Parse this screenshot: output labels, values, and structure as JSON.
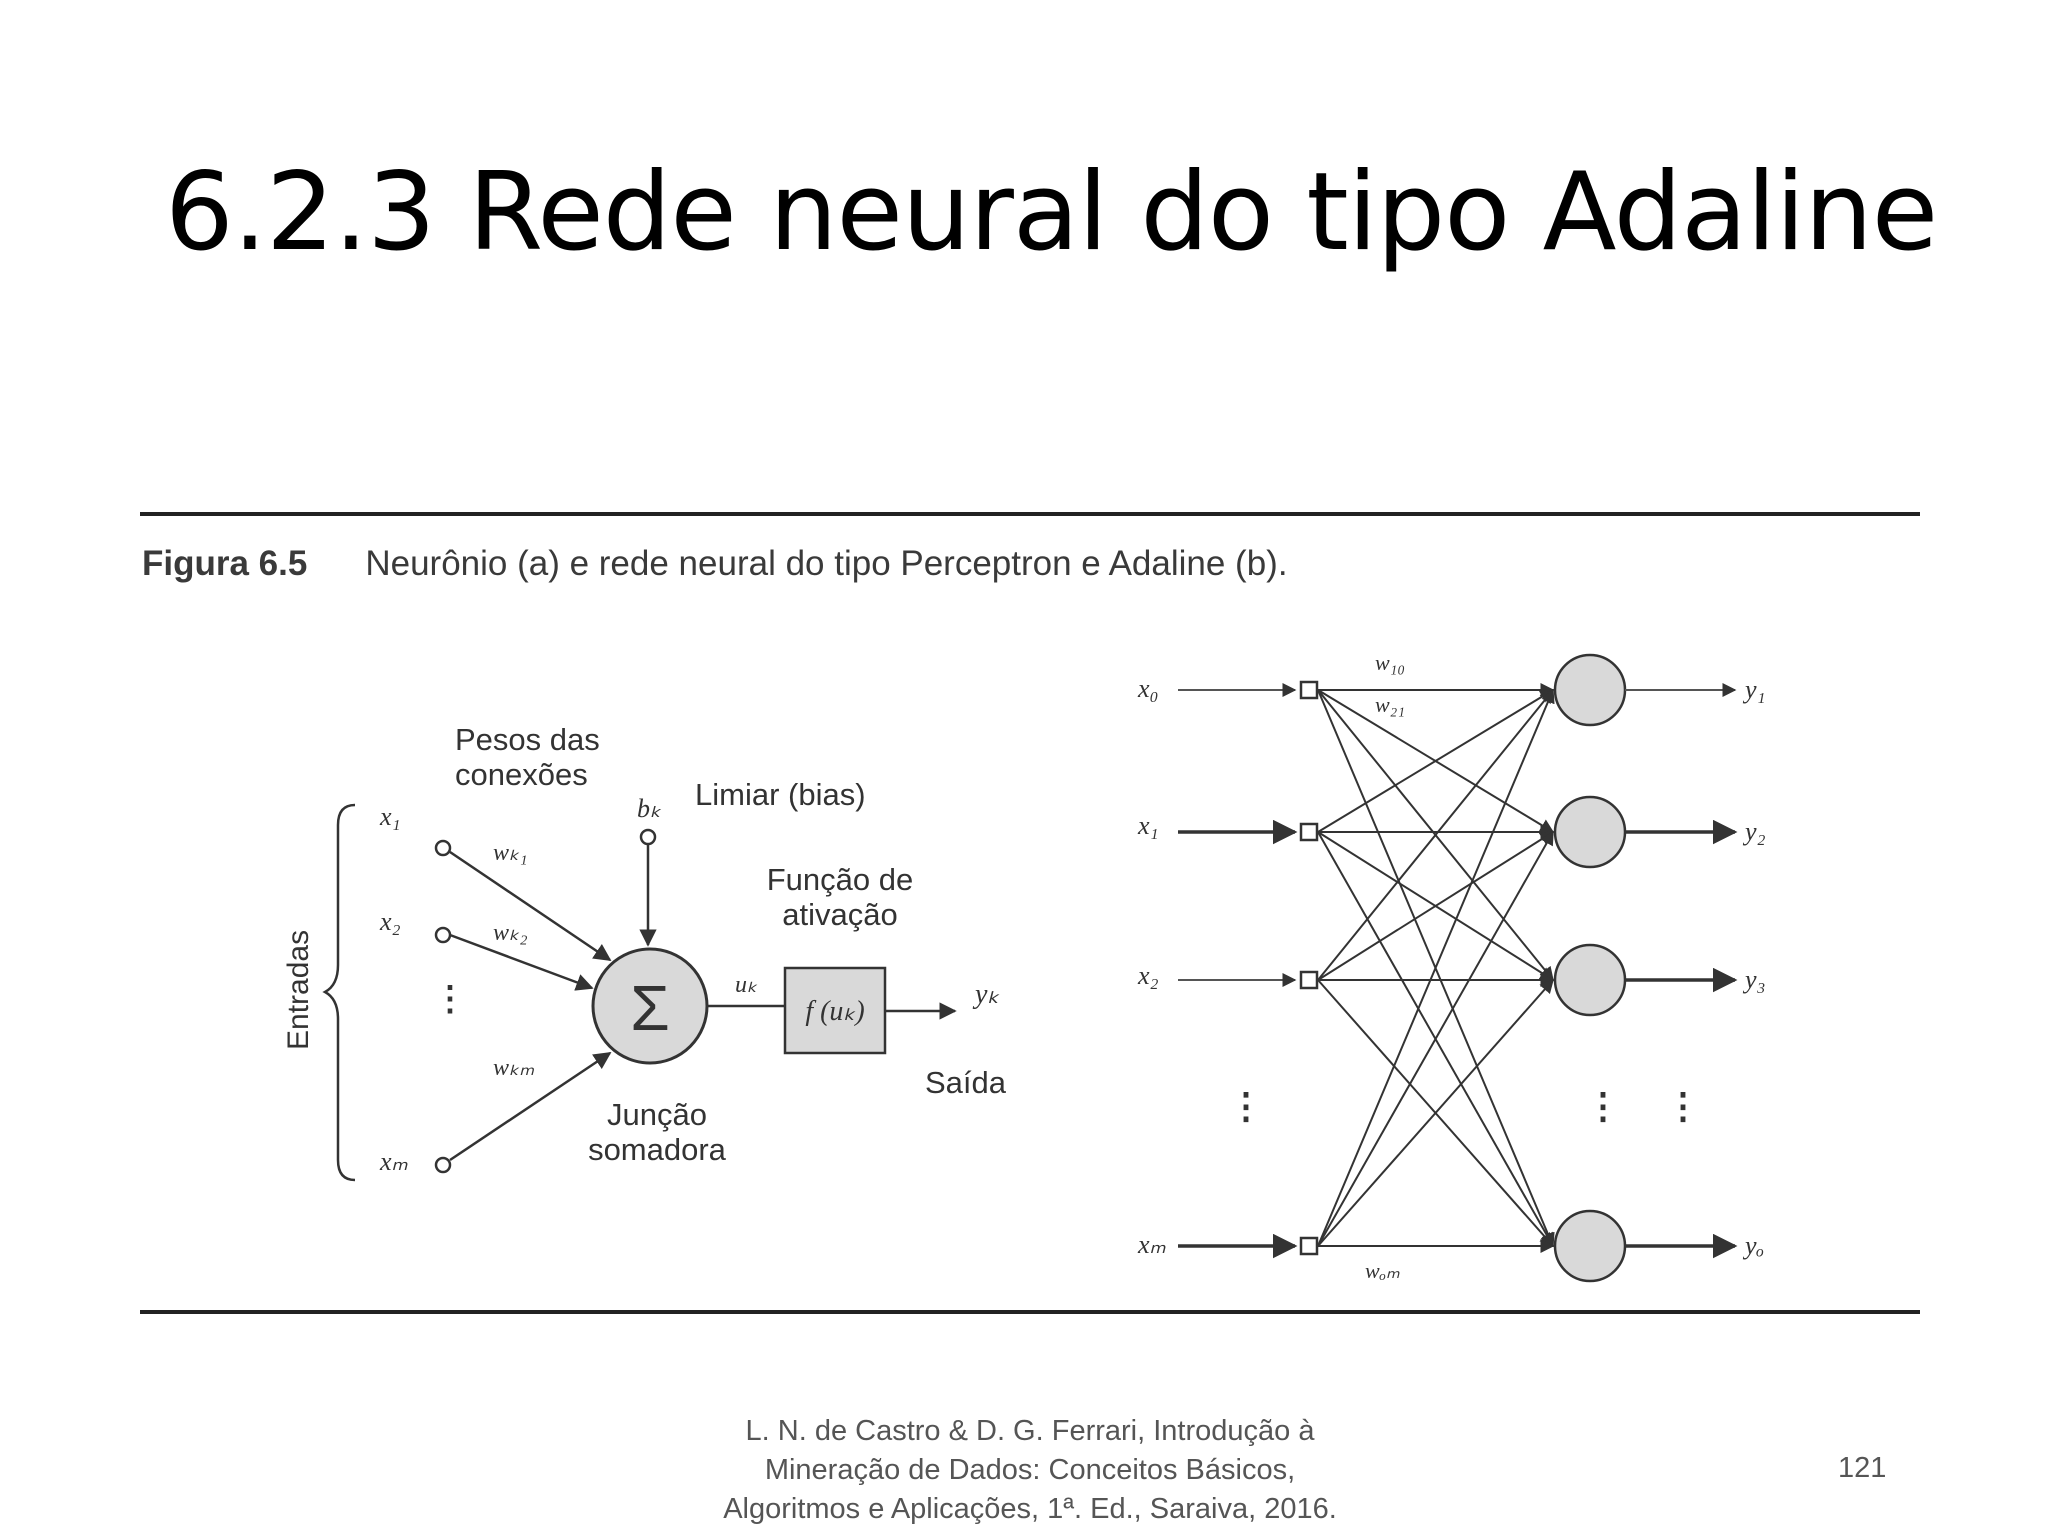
{
  "slide": {
    "title": "6.2.3 Rede neural do tipo Adaline",
    "page_number": "121",
    "citation": [
      "L. N. de Castro & D. G. Ferrari, Introdução à",
      "Mineração de Dados: Conceitos Básicos,",
      "Algoritmos e Aplicações, 1ª. Ed., Saraiva, 2016."
    ]
  },
  "figure": {
    "number": "Figura 6.5",
    "caption": "Neurônio (a) e rede neural do tipo Perceptron e Adaline (b).",
    "neuron": {
      "inputs_label": "Entradas",
      "weights_label_1": "Pesos das",
      "weights_label_2": "conexões",
      "bias_label": "Limiar (bias)",
      "bias_symbol": "bₖ",
      "activation_label_1": "Função de",
      "activation_label_2": "ativação",
      "activation_function": "f (uₖ)",
      "sum_symbol": "Σ",
      "net_symbol": "uₖ",
      "output_symbol": "yₖ",
      "output_label": "Saída",
      "summing_label_1": "Junção",
      "summing_label_2": "somadora",
      "inputs": [
        "x₁",
        "x₂",
        "xₘ"
      ],
      "weights": [
        "wₖ₁",
        "wₖ₂",
        "wₖₘ"
      ]
    },
    "network": {
      "inputs": [
        "x₀",
        "x₁",
        "x₂",
        "xₘ"
      ],
      "outputs": [
        "y₁",
        "y₂",
        "y₃",
        "yₒ"
      ],
      "weight_labels": [
        "w₁₀",
        "w₂₁",
        "wₒₘ"
      ]
    }
  }
}
